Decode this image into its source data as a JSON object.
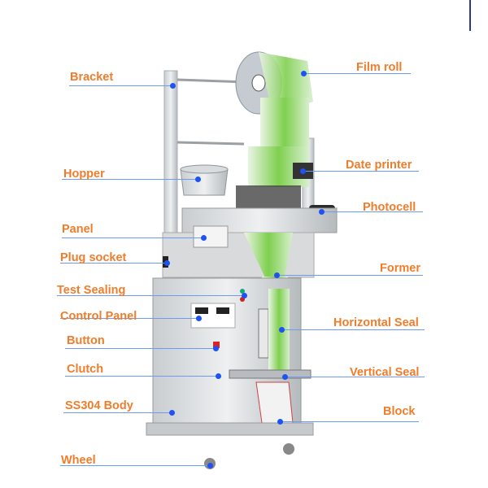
{
  "colors": {
    "label": "#ef7d2b",
    "leader_line": "#6b9cf0",
    "dot": "#1f52f5"
  },
  "labels": {
    "bracket": "Bracket",
    "hopper": "Hopper",
    "panel": "Panel",
    "plug_socket": "Plug socket",
    "test_sealing": "Test Sealing",
    "control_panel": "Control Panel",
    "button": "Button",
    "clutch": "Clutch",
    "body": "SS304 Body",
    "wheel": "Wheel",
    "film_roll": "Film roll",
    "date_printer": "Date printer",
    "photocell": "Photocell",
    "former": "Former",
    "horizontal_seal": "Horizontal Seal",
    "vertical_seal": "Vertical Seal",
    "block": "Block"
  }
}
